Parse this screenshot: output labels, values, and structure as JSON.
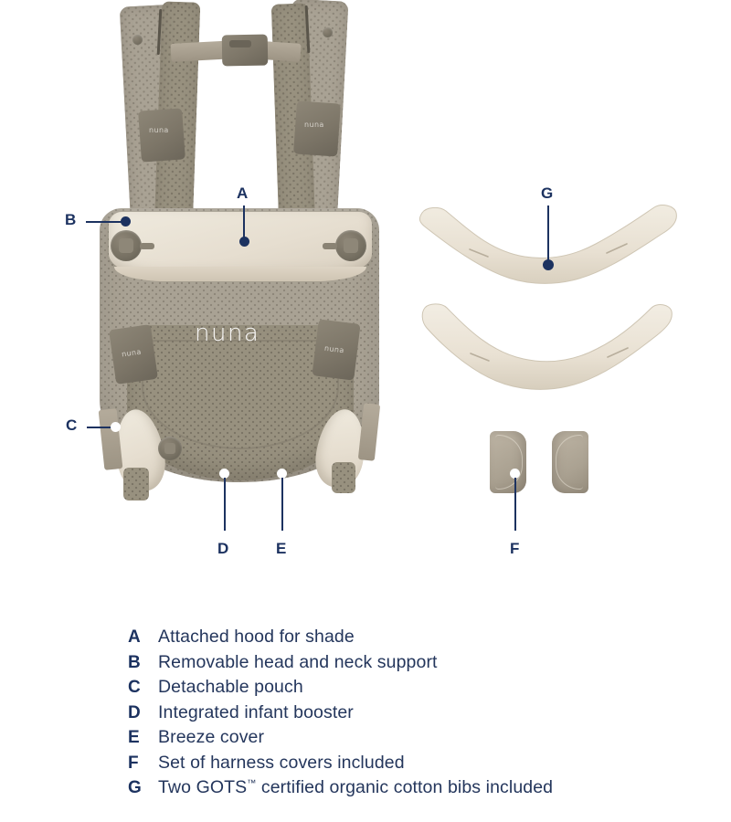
{
  "product": {
    "brand": "nuna",
    "brand_logo_text": "nuna"
  },
  "callouts": [
    {
      "id": "A",
      "label": "A",
      "target": "hood-panel"
    },
    {
      "id": "B",
      "label": "B",
      "target": "head-neck-support"
    },
    {
      "id": "C",
      "label": "C",
      "target": "detachable-pouch"
    },
    {
      "id": "D",
      "label": "D",
      "target": "infant-booster"
    },
    {
      "id": "E",
      "label": "E",
      "target": "breeze-cover"
    },
    {
      "id": "F",
      "label": "F",
      "target": "harness-covers"
    },
    {
      "id": "G",
      "label": "G",
      "target": "cotton-bibs"
    }
  ],
  "legend": {
    "items": [
      {
        "letter": "A",
        "text": "Attached hood for shade"
      },
      {
        "letter": "B",
        "text": "Removable head and neck support"
      },
      {
        "letter": "C",
        "text": "Detachable pouch"
      },
      {
        "letter": "D",
        "text": "Integrated infant booster"
      },
      {
        "letter": "E",
        "text": "Breeze cover"
      },
      {
        "letter": "F",
        "text": "Set of harness covers included"
      },
      {
        "letter": "G",
        "text": "Two GOTS",
        "trademark": "™",
        "text_after": " certified organic cotton bibs included"
      }
    ]
  },
  "colors": {
    "callout_navy": "#1c3260",
    "legend_text": "#24365c",
    "mesh_taupe": "#a9a294",
    "cream_fabric": "#e8e2d5",
    "bib_cream": "#eae2d6",
    "buckle_gray": "#7d7668",
    "background": "#ffffff"
  }
}
